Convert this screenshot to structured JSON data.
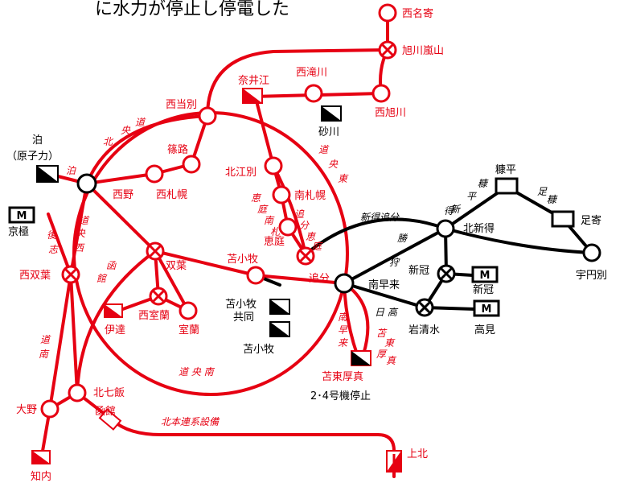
{
  "header_text": "に水力が停止し停電した",
  "colors": {
    "red": "#e60012",
    "black": "#000000",
    "white": "#ffffff"
  },
  "substations": {
    "nishi_nayori": "西名寄",
    "asahikawa_ranzan": "旭川嵐山",
    "nishi_takikawa": "西滝川",
    "nishi_asahikawa": "西旭川",
    "nishi_tobetsu": "西当別",
    "shinoro": "篠路",
    "kita_ebetsu": "北江別",
    "minami_sapporo": "南札幌",
    "nishino": "西野",
    "nishi_sapporo": "西札幌",
    "keiniwa": "恵庭",
    "oiwake": "追分",
    "futaba": "双葉",
    "tomakomai_sub": "苫小牧",
    "nishi_muroran": "西室蘭",
    "muroran": "室蘭",
    "nishi_futaba": "西双葉",
    "minami_hayakita": "南早来",
    "kita_shintoku": "北新得",
    "niikappu": "新冠",
    "iwashimizu": "岩清水",
    "urahoro": "宇円別",
    "kita_nanae": "北七飯",
    "ono": "大野"
  },
  "plants": {
    "naie": "奈井江",
    "sunagawa": "砂川",
    "tomari_line1": "泊",
    "tomari_line2": "（原子力）",
    "date": "伊達",
    "tomakomai_kyodo_1": "苫小牧",
    "tomakomai_kyodo_2": "共同",
    "tomakomai_plant": "苫小牧",
    "tomato_atsuma_1": "苫東厚真",
    "tomato_atsuma_2": "2･4号機停止",
    "shiriuchi": "知内",
    "hakodate": "函館",
    "kamikita": "上北"
  },
  "hydro": {
    "m_label": "M",
    "kyogoku": "京極",
    "niikappu": "新冠",
    "takami": "高見"
  },
  "switch_stations": {
    "nukabira": "糠平",
    "ashoro": "足寄"
  },
  "line_names": {
    "dohoku_1": "道",
    "dohoku_2": "央",
    "dohoku_3": "北",
    "doo_higashi_1": "道",
    "doo_higashi_2": "央",
    "doo_higashi_3": "東",
    "tomari_sen": "泊",
    "dooh_nishi_1": "道",
    "dooh_nishi_2": "央",
    "dooh_nishi_3": "西",
    "goshi_1": "後",
    "goshi_2": "志",
    "hakodate_1": "函",
    "hakodate_2": "館",
    "eniwa_1": "恵",
    "eniwa_2": "庭",
    "eniwa_3": "南",
    "eniwa_4": "札",
    "oiwake_1": "追",
    "oiwake_2": "分",
    "oiwake_3": "恵",
    "oiwake_4": "庭",
    "doo_minami": "道 央 南",
    "donan_1": "道",
    "donan_2": "南",
    "minami_hayakita_1": "南",
    "minami_hayakita_2": "早",
    "minami_hayakita_3": "来",
    "tomato_1": "苫",
    "tomato_2": "東",
    "tomato_3": "厚",
    "tomato_4": "真",
    "hidaka": "日 高",
    "yufutsu_1": "勝",
    "yufutsu_2": "狩",
    "shintoku_oiwake": "新得追分",
    "nukabira_1": "糠",
    "nukabira_2": "平",
    "nukabira_3": "新",
    "nukabira_4": "得",
    "ashoro_1": "足",
    "ashoro_2": "糠",
    "hokuhon": "北本連系設備"
  }
}
